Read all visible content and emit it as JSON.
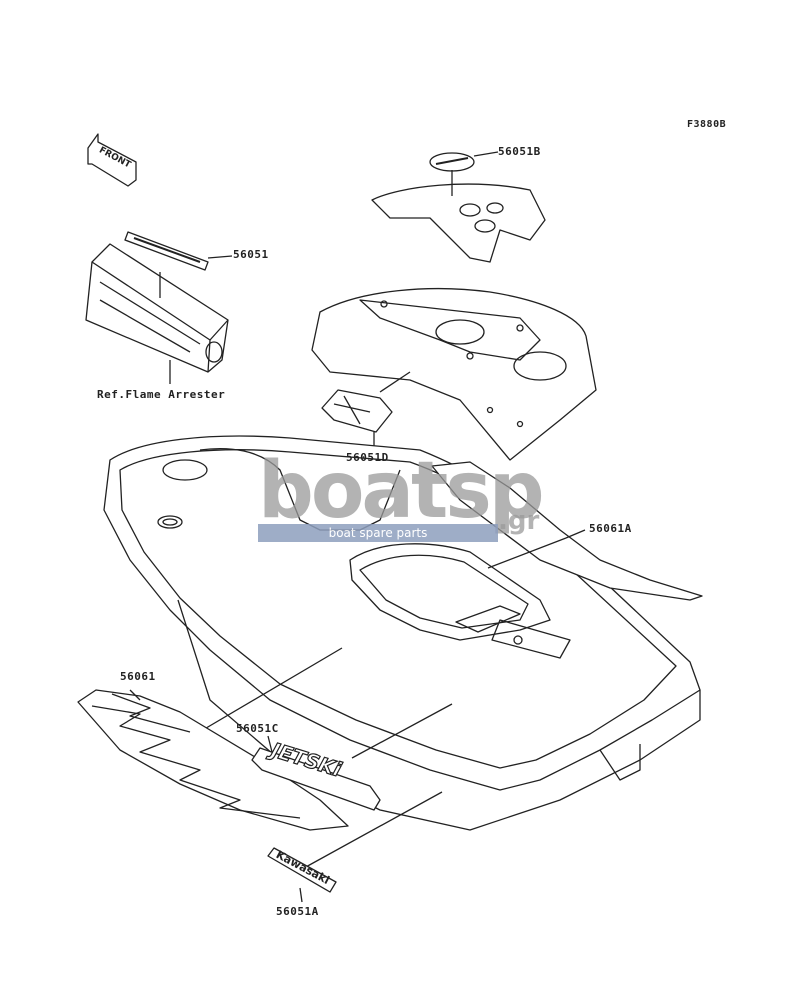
{
  "figure_code": "F3880B",
  "front_arrow_text": "FRONT",
  "parts": {
    "p56051B": "56051B",
    "p56051": "56051",
    "ref_flame": "Ref.Flame Arrester",
    "p56051D": "56051D",
    "p56061A": "56061A",
    "p56061": "56061",
    "p56051C": "56051C",
    "p56051A": "56051A"
  },
  "decals": {
    "jetski": "JETSKi",
    "kawasaki": "Kawasaki"
  },
  "watermark": {
    "brand": "boatsp",
    "suffix": ".gr",
    "tagline": "boat spare parts"
  },
  "colors": {
    "line": "#222222",
    "watermark_gray": "#9a9a9a",
    "watermark_blue": "#8e9fbe"
  }
}
